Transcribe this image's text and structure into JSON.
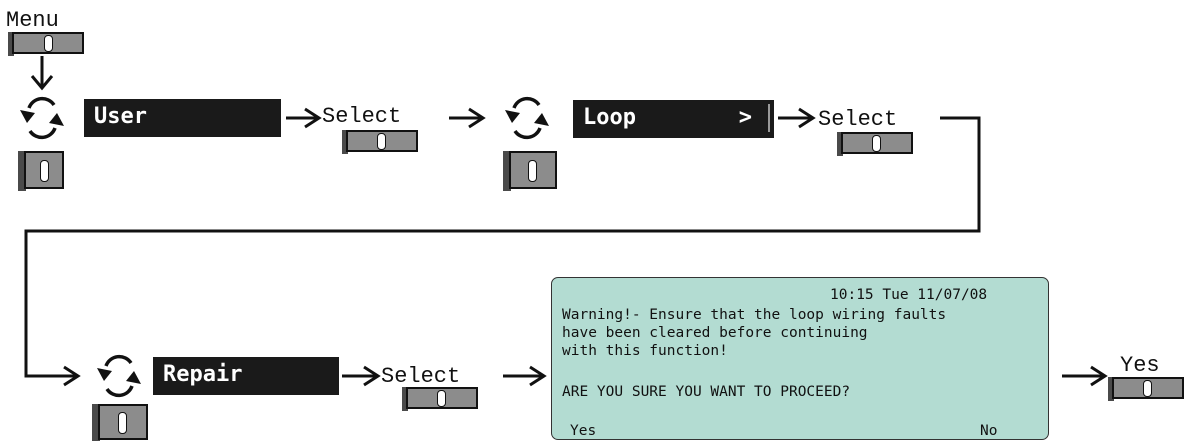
{
  "menu_label": "Menu",
  "select_label": "Select",
  "yes_label": "Yes",
  "screens": {
    "user": {
      "text": "User"
    },
    "loop": {
      "text": "Loop",
      "arrow": ">"
    },
    "repair": {
      "text": "Repair"
    }
  },
  "lcd": {
    "timestamp": "10:15 Tue 11/07/08",
    "line1": "Warning!- Ensure that the loop wiring faults",
    "line2": "have been cleared before continuing",
    "line3": "with this function!",
    "prompt": "ARE YOU SURE YOU WANT TO PROCEED?",
    "soft_yes": "Yes",
    "soft_no": "No"
  },
  "colors": {
    "screen_bg": "#1a1a1a",
    "lcd_bg": "#b3dcd2",
    "key_face": "#8c8c8c",
    "key_shadow": "#4a4a4a"
  }
}
